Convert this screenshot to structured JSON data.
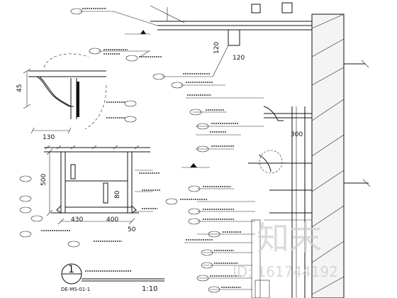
{
  "title_block": {
    "number": "1",
    "code": "DE-MS-01-1",
    "scale": "1:10"
  },
  "dimensions": {
    "d120_top": "120",
    "d120_detail": "120",
    "d45": "45",
    "d130": "130",
    "d300": "300",
    "d500": "500",
    "d80": "80",
    "d430": "430",
    "d400": "400",
    "d50": "50"
  },
  "watermark": {
    "logo_text": "知末",
    "id_text": "ID: 161744192"
  }
}
